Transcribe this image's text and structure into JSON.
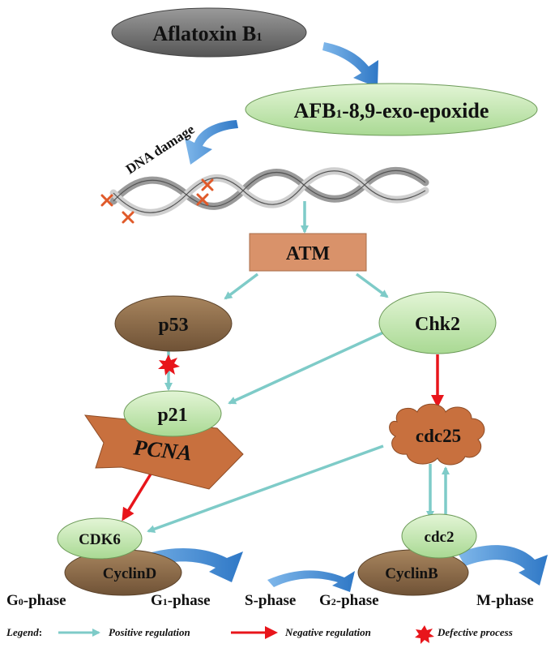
{
  "nodes": {
    "aflatoxin": {
      "main": "Aflatoxin B",
      "sub": "1"
    },
    "epoxide": {
      "main_a": "AFB",
      "sub": "1",
      "main_b": "-8,9-exo-epoxide"
    },
    "dna_damage": "DNA damage",
    "atm": "ATM",
    "p53": "p53",
    "chk2": "Chk2",
    "p21": "p21",
    "pcna": "PCNA",
    "cdc25": "cdc25",
    "cdk6": "CDK6",
    "cyclind": "CyclinD",
    "cdc2": "cdc2",
    "cyclinb": "CyclinB"
  },
  "phases": {
    "g0": {
      "a": "G",
      "sub": "0",
      "b": "-phase"
    },
    "g1": {
      "a": "G",
      "sub": "1",
      "b": "-phase"
    },
    "s": "S-phase",
    "g2": {
      "a": "G",
      "sub": "2",
      "b": "-phase"
    },
    "m": "M-phase"
  },
  "legend": {
    "title": "Legend",
    "colon": ":",
    "positive": "Positive regulation",
    "negative": "Negative regulation",
    "defective": "Defective process"
  },
  "colors": {
    "positive": "#7ecbc8",
    "negative": "#e8151b",
    "defective": "#e8151b",
    "green_node": "#c5e8b4",
    "brown_node": "#8b6a47",
    "atm_box": "#d9926a",
    "orange_shape": "#c8703e",
    "gray_node": "#6e6e6e",
    "flow_arrow": "#4a90d9"
  }
}
